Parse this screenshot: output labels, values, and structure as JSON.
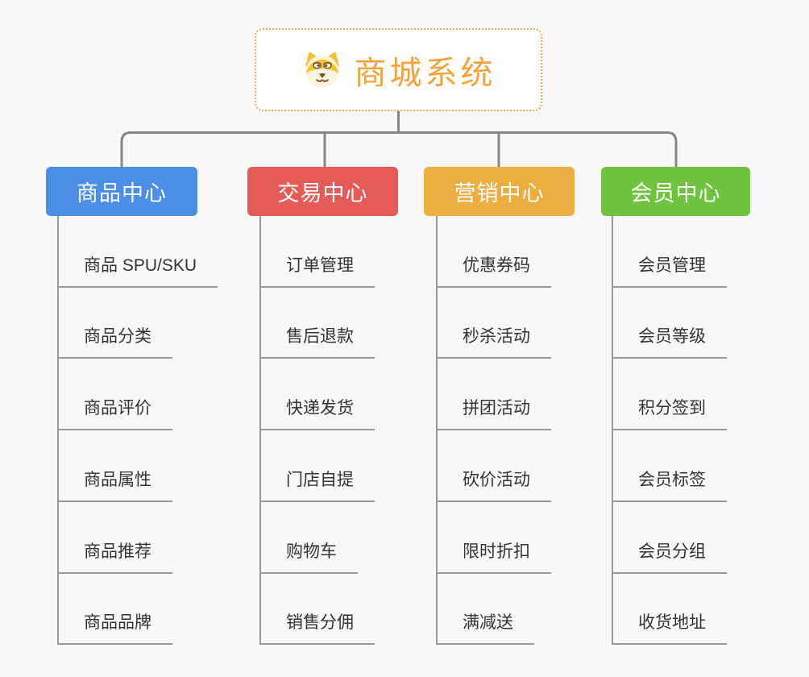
{
  "page": {
    "background_color": "#f8f8f8",
    "item_text_color": "#333333",
    "underline_color": "#999999",
    "connector_color": "#868686"
  },
  "root": {
    "title": "商城系统",
    "icon": "dog-face-icon",
    "text_color": "#F2A33C",
    "border_color": "#EFAC55"
  },
  "branches": [
    {
      "label": "商品中心",
      "color": "#4B8FE8",
      "items": [
        "商品 SPU/SKU",
        "商品分类",
        "商品评价",
        "商品属性",
        "商品推荐",
        "商品品牌"
      ]
    },
    {
      "label": "交易中心",
      "color": "#E55B57",
      "items": [
        "订单管理",
        "售后退款",
        "快递发货",
        "门店自提",
        "购物车",
        "销售分佣"
      ]
    },
    {
      "label": "营销中心",
      "color": "#ECAD41",
      "items": [
        "优惠券码",
        "秒杀活动",
        "拼团活动",
        "砍价活动",
        "限时折扣",
        "满减送"
      ]
    },
    {
      "label": "会员中心",
      "color": "#6EC43F",
      "items": [
        "会员管理",
        "会员等级",
        "积分签到",
        "会员标签",
        "会员分组",
        "收货地址"
      ]
    }
  ]
}
